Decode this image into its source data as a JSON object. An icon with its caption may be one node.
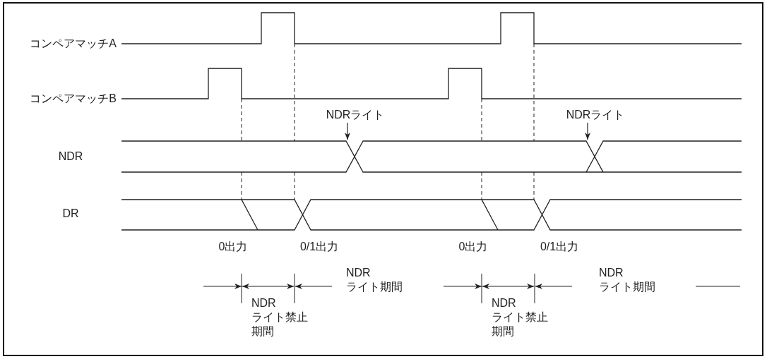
{
  "diagram": {
    "nodes": [
      {
        "text": [
          "NDRライト"
        ]
      },
      {
        "text": [
          "NDRライト"
        ]
      }
    ],
    "edges": [
      {
        "from": 0,
        "to": null,
        "arrow": "to"
      },
      {
        "from": 1,
        "to": null,
        "arrow": "to"
      }
    ],
    "labels": [
      "コンペアマッチA",
      "コンペアマッチB",
      "NDR",
      "DR",
      "0出力",
      "0/1出力",
      "0出力",
      "0/1出力",
      "NDR ライト期間",
      "NDR ライト期間",
      "NDR ライト禁止期間",
      "NDR ライト禁止期間"
    ]
  }
}
